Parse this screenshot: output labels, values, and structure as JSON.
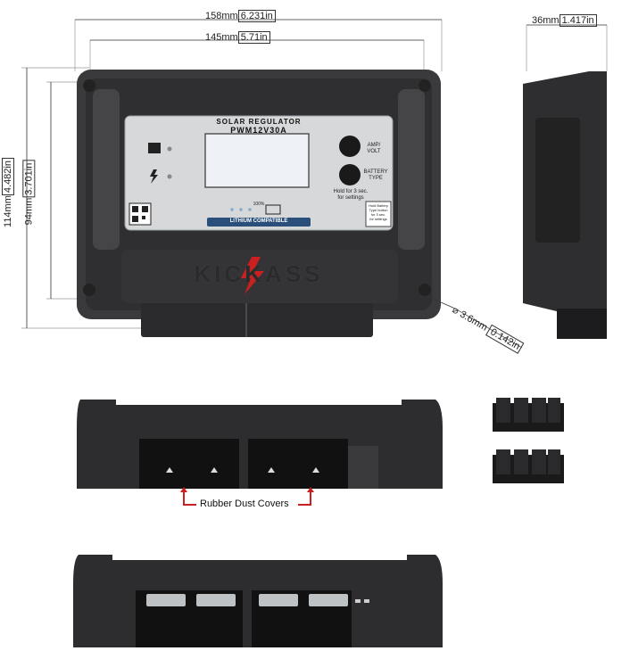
{
  "dimensions": {
    "width_mm": "158mm",
    "width_in": "6.231in",
    "inner_width_mm": "145mm",
    "inner_width_in": "5.71in",
    "depth_mm": "36mm",
    "depth_in": "1.417in",
    "height_mm": "114mm",
    "height_in": "4.482in",
    "inner_height_mm": "94mm",
    "inner_height_in": "3.701in",
    "hole_mm": "3.6mm",
    "hole_in": "0.142in"
  },
  "device": {
    "title": "SOLAR REGULATOR",
    "model": "PWM12V30A",
    "amp_volt_button": "AMP/\nVOLT",
    "battery_type_button": "BATTERY\nTYPE",
    "hold_note": "Hold for 3 sec.\nfor settings",
    "percent": "100%",
    "lithium_badge": "LITHIUM COMPATIBLE",
    "side_note": "Hold Battery\nType button\nfor 3 sec.\nfor settings",
    "brand": "KICKASS"
  },
  "callout": {
    "label": "Rubber Dust Covers"
  },
  "colors": {
    "housing": "#3a3a3c",
    "housing_dark": "#1f1f21",
    "panel": "#d6d8da",
    "accent_red": "#cc1f1f",
    "badge": "#2a4f7a"
  }
}
